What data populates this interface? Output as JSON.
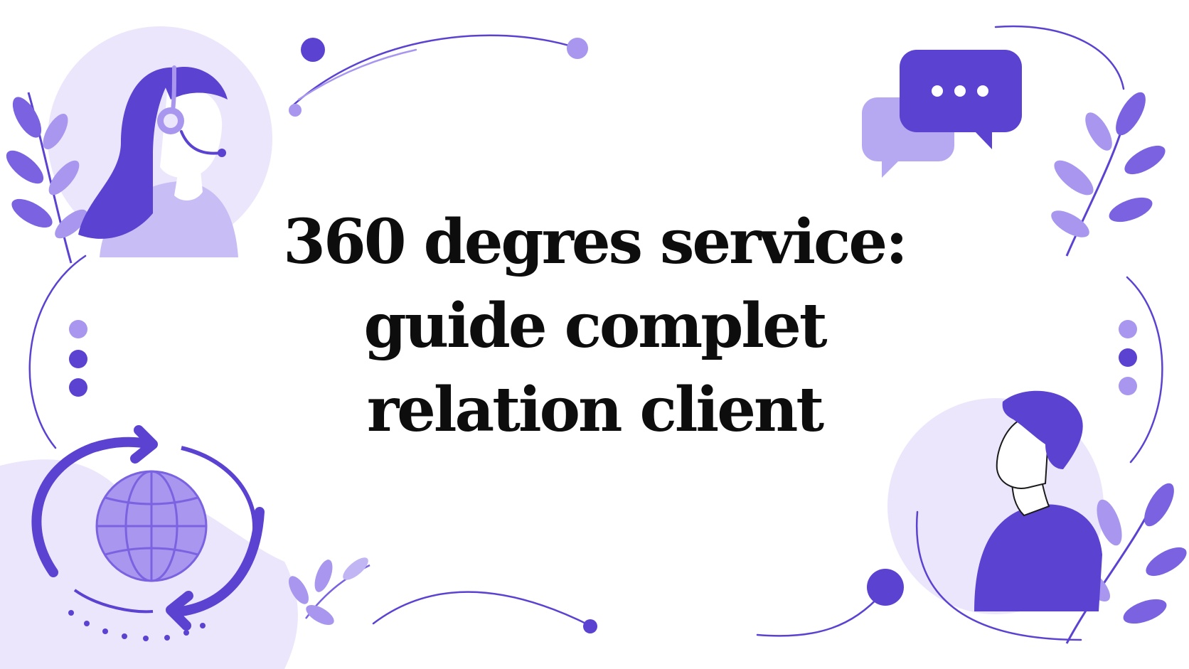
{
  "headline": {
    "line1": "360 degres service:",
    "line2": "guide complet",
    "line3": "relation client"
  },
  "colors": {
    "primary": "#5b42d1",
    "light": "#a896ef",
    "pale": "#e9e4fb",
    "text": "#0d0d0d",
    "background": "#ffffff"
  },
  "icons": [
    "support-agent-headset-icon",
    "chat-bubbles-icon",
    "globe-icon",
    "refresh-arrows-icon",
    "customer-avatar-icon",
    "leaf-branch-icon"
  ]
}
